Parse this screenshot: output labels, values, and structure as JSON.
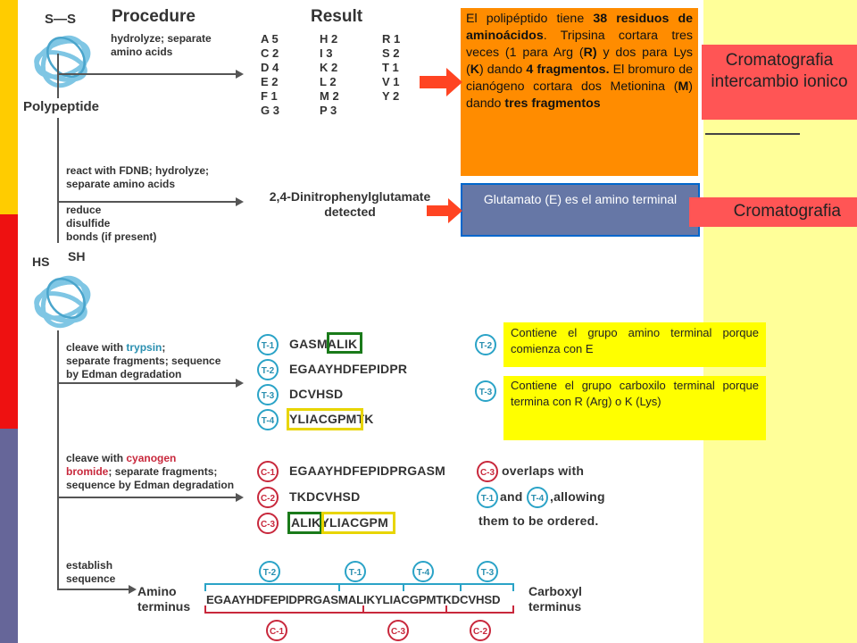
{
  "colors": {
    "background": "#ffff99",
    "orange": "#ff8c00",
    "blue_box": "#6677a6",
    "yellow": "#ffff00",
    "red_label": "#ff5555",
    "bar_yellow": "#ffcc00",
    "bar_red": "#ee1111",
    "bar_purple": "#666699"
  },
  "figure": {
    "procedure_header": "Procedure",
    "result_header": "Result",
    "polypeptide_label": "Polypeptide",
    "ss_label": "S—S",
    "hs_label": "HS",
    "sh_label": "SH",
    "step1": "hydrolyze; separate\namino acids",
    "step2": "react with FDNB;  hydrolyze;\nseparate amino acids",
    "step3": "reduce\ndisulfide\nbonds (if present)",
    "step4a": "cleave with ",
    "step4b": "trypsin",
    "step4c": ";\nseparate fragments; sequence\nby Edman degradation",
    "step5a": "cleave with ",
    "step5b": "cyanogen\nbromide",
    "step5c": "; separate fragments;\nsequence by Edman degradation",
    "step6": "establish\nsequence",
    "composition_col1": "A   5\nC   2\nD   4\nE   2\nF   1\nG   3",
    "composition_col2": "H   2\nI    3\nK   2\nL   2\nM   2\nP   3",
    "composition_col3": "R   1\nS   2\nT   1\nV   1\nY   2",
    "dnp_result": "2,4-Dinitrophenylglutamate\ndetected",
    "t1": "T-1",
    "t2": "T-2",
    "t3": "T-3",
    "t4": "T-4",
    "c1": "C-1",
    "c2": "C-2",
    "c3": "C-3",
    "seq_t1": "GASMALIK",
    "seq_t2": "EGAAYHDFEPIDPR",
    "seq_t3": "DCVHSD",
    "seq_t4": "YLIACGPMTK",
    "seq_c1": "EGAAYHDFEPIDPRGASM",
    "seq_c2": "TKDCVHSD",
    "seq_c3": "ALIKYLIACGPM",
    "overlap1": "overlaps with",
    "overlap2": "and",
    "overlap3": ",allowing",
    "overlap4": "them to be ordered.",
    "amino_terminus": "Amino\nterminus",
    "carboxyl_terminus": "Carboxyl\nterminus",
    "full_sequence": "EGAAYHDFEPIDPRGASMALIKYLIACGPMTKDCVHSD"
  },
  "notes": {
    "orange_html": "El polipéptido tiene <b>38 residuos de aminoácidos</b>. Tripsina cortara tres veces (1 para Arg (<b>R)</b> y dos para Lys (<b>K</b>) dando <b>4 fragmentos.</b> El bromuro de cianógeno cortara dos Metionina (<b>M</b>) dando <b>tres fragmentos</b>",
    "blue": "Glutamato (E) es el amino terminal",
    "yellow1": "Contiene el grupo amino terminal porque comienza con E",
    "yellow2": "Contiene el grupo carboxilo terminal porque termina con R (Arg) o K (Lys)"
  },
  "labels": {
    "cromatografia_ion": "Cromatografia intercambio ionico",
    "cromatografia": "Cromatografia"
  }
}
